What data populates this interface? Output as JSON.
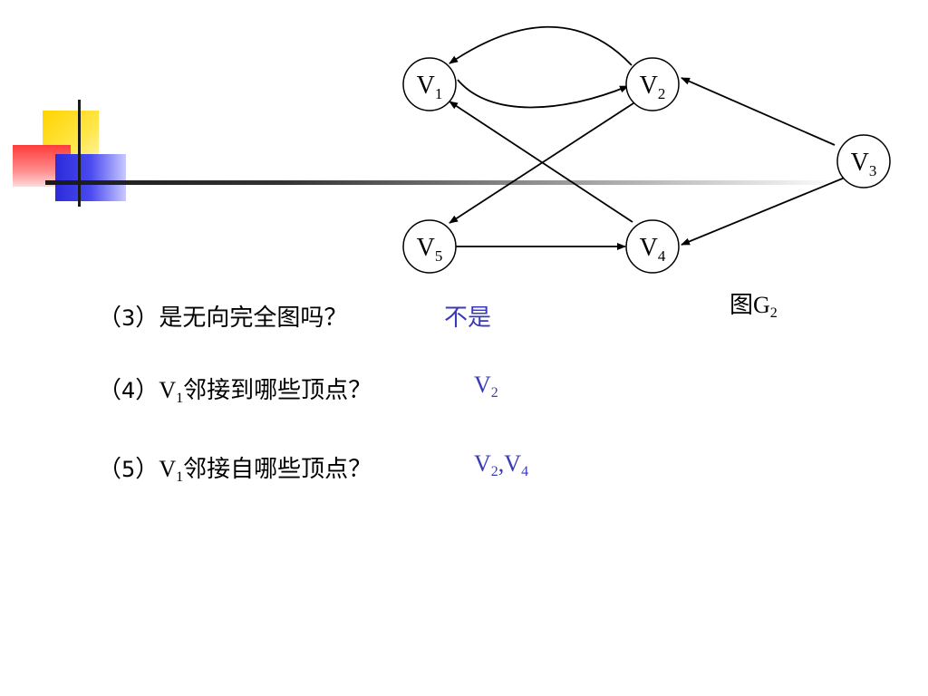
{
  "graph": {
    "nodes": [
      {
        "id": "v1",
        "base": "V",
        "sub": "1"
      },
      {
        "id": "v2",
        "base": "V",
        "sub": "2"
      },
      {
        "id": "v3",
        "base": "V",
        "sub": "3"
      },
      {
        "id": "v4",
        "base": "V",
        "sub": "4"
      },
      {
        "id": "v5",
        "base": "V",
        "sub": "5"
      }
    ],
    "edges": [
      {
        "from": "v1",
        "to": "v2"
      },
      {
        "from": "v2",
        "to": "v1"
      },
      {
        "from": "v3",
        "to": "v2"
      },
      {
        "from": "v3",
        "to": "v4"
      },
      {
        "from": "v2",
        "to": "v5"
      },
      {
        "from": "v4",
        "to": "v1"
      },
      {
        "from": "v5",
        "to": "v4"
      }
    ],
    "caption": {
      "prefix": "图G",
      "sub": "2"
    }
  },
  "questions": [
    {
      "num_open": "（",
      "num": "3",
      "num_close": "）",
      "text": "是无向完全图吗？",
      "answer": "不是"
    },
    {
      "num_open": "（",
      "num": "4",
      "num_close": "）",
      "v": "V",
      "v_sub": "1",
      "text": "邻接到哪些顶点？",
      "answer": {
        "v": "V",
        "sub": "2"
      }
    },
    {
      "num_open": "（",
      "num": "5",
      "num_close": "）",
      "v": "V",
      "v_sub": "1",
      "text": "邻接自哪些顶点？",
      "answer": [
        {
          "v": "V",
          "sub": "2",
          "sep": ","
        },
        {
          "v": "V",
          "sub": "4",
          "sep": ""
        }
      ]
    }
  ],
  "colors": {
    "answer": "#3a3ab8",
    "line": "#000000"
  }
}
